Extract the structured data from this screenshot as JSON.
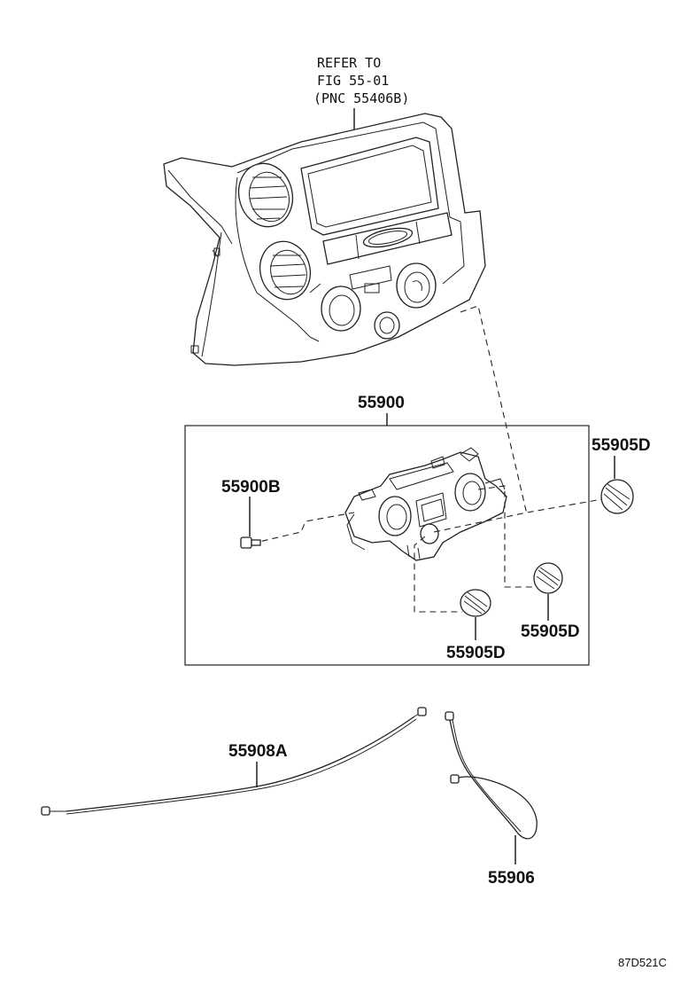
{
  "reference_note": {
    "line1": "REFER TO",
    "line2": "FIG 55-01",
    "line3": "(PNC 55406B)"
  },
  "parts": {
    "assembly": "55900",
    "screw": "55900B",
    "knob_right": "55905D",
    "knob_middle": "55905D",
    "knob_lower": "55905D",
    "cable_long": "55908A",
    "cable_loop": "55906"
  },
  "figure_code": "87D521C"
}
